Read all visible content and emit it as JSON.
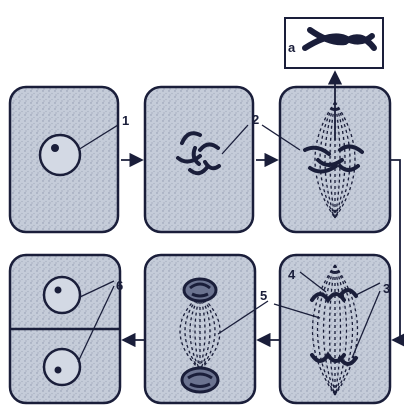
{
  "labels": {
    "inset": "a",
    "nucleus": "1",
    "chromosomes": "2",
    "chromatids": "3",
    "pole": "4",
    "spindle": "5",
    "daughter_nuclei": "6"
  },
  "colors": {
    "cell_fill": "#c5ccd9",
    "ink": "#1a1e3a",
    "background": "#ffffff"
  }
}
